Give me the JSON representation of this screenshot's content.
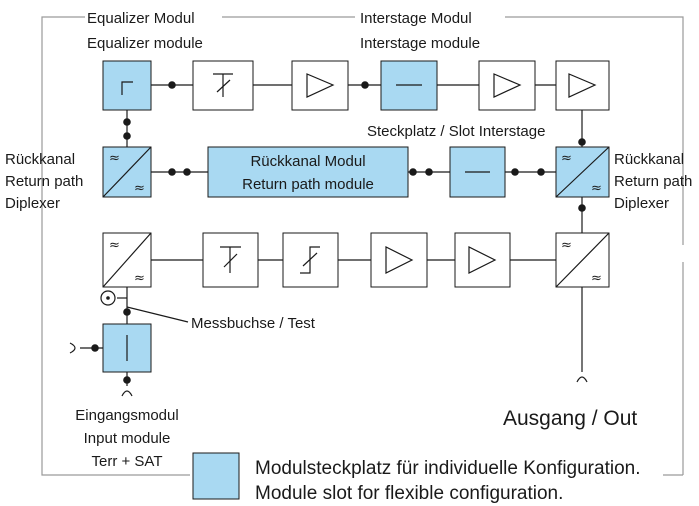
{
  "colors": {
    "slot_fill": "#a9d9f2",
    "line": "#1a1a1a",
    "frame": "#9a9a9a"
  },
  "labels": {
    "equalizer_de": "Equalizer Modul",
    "equalizer_en": "Equalizer module",
    "interstage_de": "Interstage Modul",
    "interstage_en": "Interstage module",
    "slot_interstage": "Steckplatz / Slot Interstage",
    "returnpath_de": "Rückkanal Modul",
    "returnpath_en": "Return path module",
    "left_diplexer": [
      "Rückkanal",
      "Return path",
      "Diplexer"
    ],
    "right_diplexer": [
      "Rückkanal",
      "Return path",
      "Diplexer"
    ],
    "test": "Messbuchse / Test",
    "input": [
      "Eingangsmodul",
      "Input module",
      "Terr + SAT"
    ],
    "output": "Ausgang / Out",
    "legend_de": "Modulsteckplatz für individuelle Konfiguration.",
    "legend_en": "Module slot for flexible configuration."
  }
}
